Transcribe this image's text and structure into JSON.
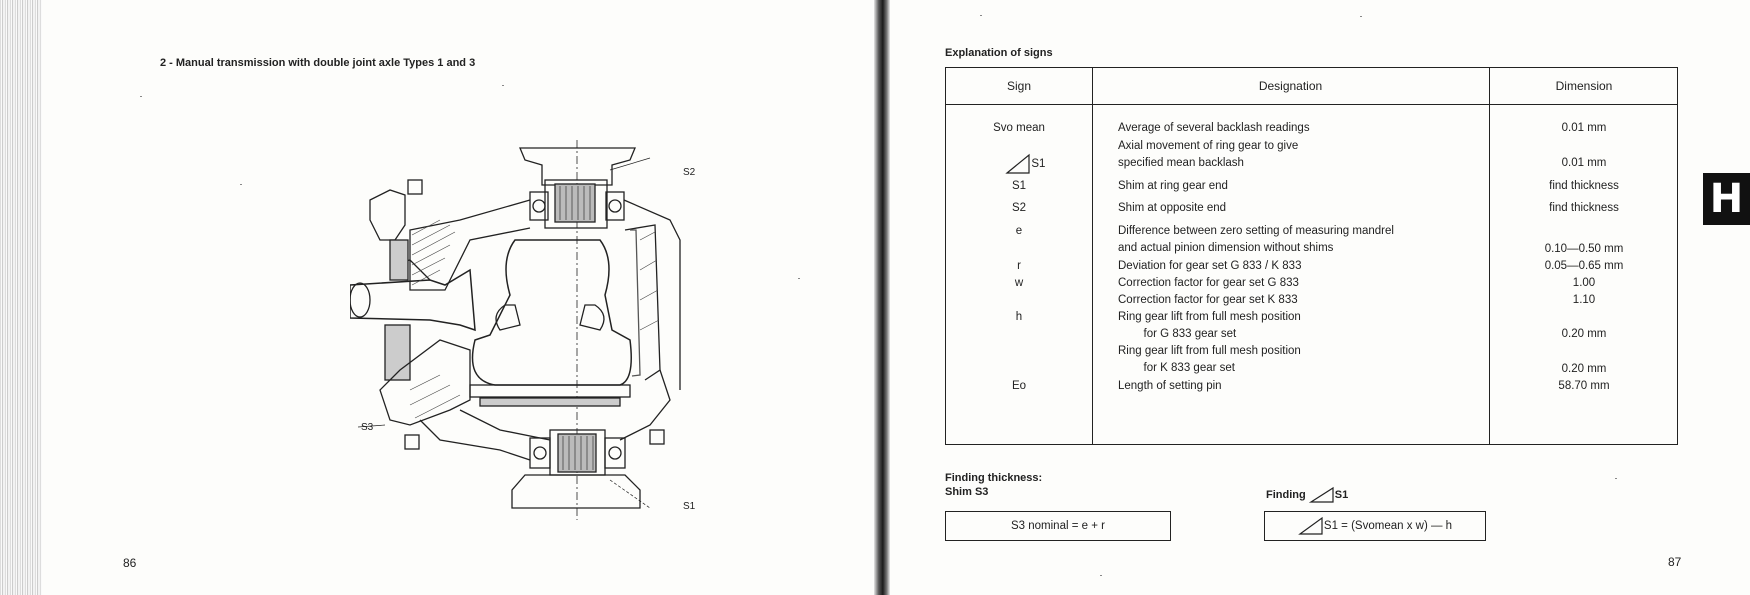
{
  "left_page": {
    "heading": "2 - Manual transmission with double joint axle Types 1 and 3",
    "page_number": "86",
    "drawing_labels": {
      "s2": "S2",
      "s3": "S3",
      "s1": "S1"
    }
  },
  "right_page": {
    "heading": "Explanation of signs",
    "page_number": "87",
    "tab_letter": "H",
    "table": {
      "headers": {
        "sign": "Sign",
        "designation": "Designation",
        "dimension": "Dimension"
      },
      "rows": [
        {
          "sign": "Svo mean",
          "designation": "Average of several backlash readings",
          "dimension": "0.01 mm"
        },
        {
          "sign": "S1",
          "designation": "Axial movement of ring gear to give\nspecified mean backlash",
          "dimension": "0.01 mm"
        },
        {
          "sign": "S1",
          "designation": "Shim at ring gear end",
          "dimension": "find thickness"
        },
        {
          "sign": "S2",
          "designation": "Shim at opposite end",
          "dimension": "find thickness"
        },
        {
          "sign": "e",
          "designation": "Difference between zero setting of measuring mandrel\nand actual pinion dimension without shims",
          "dimension": "0.10—0.50 mm"
        },
        {
          "sign": "r",
          "designation": "Deviation for gear set G 833 / K 833",
          "dimension": "0.05—0.65 mm"
        },
        {
          "sign": "w",
          "designation": "Correction factor for gear set G 833",
          "dimension": "1.00"
        },
        {
          "sign": "",
          "designation": "Correction factor for gear set K 833",
          "dimension": "1.10"
        },
        {
          "sign": "h",
          "designation": "Ring gear lift from full mesh position\n        for G 833 gear set",
          "dimension": "0.20 mm"
        },
        {
          "sign": "",
          "designation": "Ring gear lift from full mesh position\n        for K 833 gear set",
          "dimension": "0.20 mm"
        },
        {
          "sign": "Eo",
          "designation": "Length of setting pin",
          "dimension": "58.70 mm"
        }
      ]
    },
    "finding": {
      "title": "Finding thickness:",
      "shim_label": "Shim S3",
      "finding_label": "Finding",
      "finding_symbol": "S1",
      "formula_s3": "S3 nominal = e + r",
      "formula_s1": "S1 = (Svomean x w) — h"
    }
  }
}
